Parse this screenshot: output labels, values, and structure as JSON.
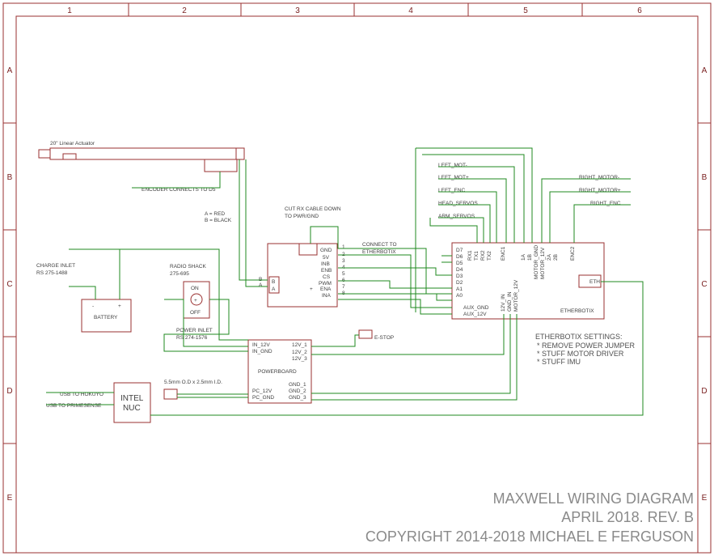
{
  "grid": {
    "columns": [
      "1",
      "2",
      "3",
      "4",
      "5",
      "6"
    ],
    "rows": [
      "A",
      "B",
      "C",
      "D",
      "E"
    ]
  },
  "parts": {
    "actuator": {
      "label": "20\" Linear Actuator",
      "encoder_note": "ENCODER CONNECTS TO D5"
    },
    "cable_note": {
      "line1": "CUT RX CABLE DOWN",
      "line2": "TO PWR/GND"
    },
    "wire_colors": {
      "a": "A = RED",
      "b": "B = BLACK"
    },
    "motor_driver": {
      "pins_right": [
        "GND",
        "5V",
        "INB",
        "ENB",
        "CS",
        "PWM",
        "ENA",
        "INA"
      ],
      "pin_numbers": [
        "1",
        "2",
        "3",
        "4",
        "5",
        "6",
        "7",
        "8"
      ],
      "pins_left": [
        "B",
        "A"
      ],
      "side_labels": [
        "B",
        "A"
      ],
      "center_mark": "+"
    },
    "connect_note": {
      "line1": "CONNECT TO",
      "line2": "ETHERBOTIX"
    },
    "charge_inlet": {
      "line1": "CHARGE INLET",
      "line2": "RS 275-1488"
    },
    "battery": {
      "label": "BATTERY",
      "neg": "-",
      "pos": "+"
    },
    "radio_shack": {
      "line1": "RADIO SHACK",
      "line2": "275-695",
      "on": "ON",
      "off": "OFF"
    },
    "power_inlet": {
      "line1": "POWER INLET",
      "line2": "RS 274-1576"
    },
    "estop": "E-STOP",
    "powerboard": {
      "title": "POWERBOARD",
      "left_pins": [
        "IN_12V",
        "IN_GND",
        "PC_12V",
        "PC_GND"
      ],
      "right_pins": [
        "12V_1",
        "12V_2",
        "12V_3",
        "GND_1",
        "GND_2",
        "GND_3"
      ]
    },
    "plug_note": "5.5mm O.D x 2.5mm I.D.",
    "nuc": {
      "line1": "INTEL",
      "line2": "NUC"
    },
    "usb": [
      "USB TO HOKUYO",
      "USB TO PRIMESENSE"
    ],
    "etherbotix": {
      "title": "ETHERBOTIX",
      "left_pins": [
        "D7",
        "D6",
        "D5",
        "D4",
        "D3",
        "D2",
        "A1",
        "A0"
      ],
      "aux_pins": [
        "AUX_GND",
        "AUX_12V"
      ],
      "top_pins": [
        "RX1",
        "TX1",
        "RX2",
        "TX2",
        "ENC1"
      ],
      "mid_pins": [
        "12V_IN",
        "GND_IN",
        "MOTOR_12V"
      ],
      "motor_pins": [
        "1A",
        "1B",
        "MOTOR_GND",
        "MOTOR_12V",
        "2A",
        "2B",
        "ENC2"
      ],
      "eth": "ETH"
    },
    "harness": {
      "left": [
        "LEFT_MOT-",
        "LEFT_MOT+",
        "LEFT_ENC",
        "HEAD_SERVOS",
        "ARM_SERVOS"
      ],
      "right": [
        "RIGHT_MOTOR-",
        "RIGHT_MOTOR+",
        "RIGHT_ENC"
      ]
    },
    "settings": {
      "title": "ETHERBOTIX SETTINGS:",
      "items": [
        "* REMOVE POWER JUMPER",
        "* STUFF MOTOR DRIVER",
        "* STUFF IMU"
      ]
    }
  },
  "title_block": {
    "line1": "MAXWELL WIRING DIAGRAM",
    "line2": "APRIL 2018. REV. B",
    "line3": "COPYRIGHT 2014-2018 MICHAEL E FERGUSON"
  },
  "colors": {
    "frame": "#9a3030",
    "wire": "#1f8a1f",
    "text": "#404040",
    "title": "#8a8a8a"
  }
}
